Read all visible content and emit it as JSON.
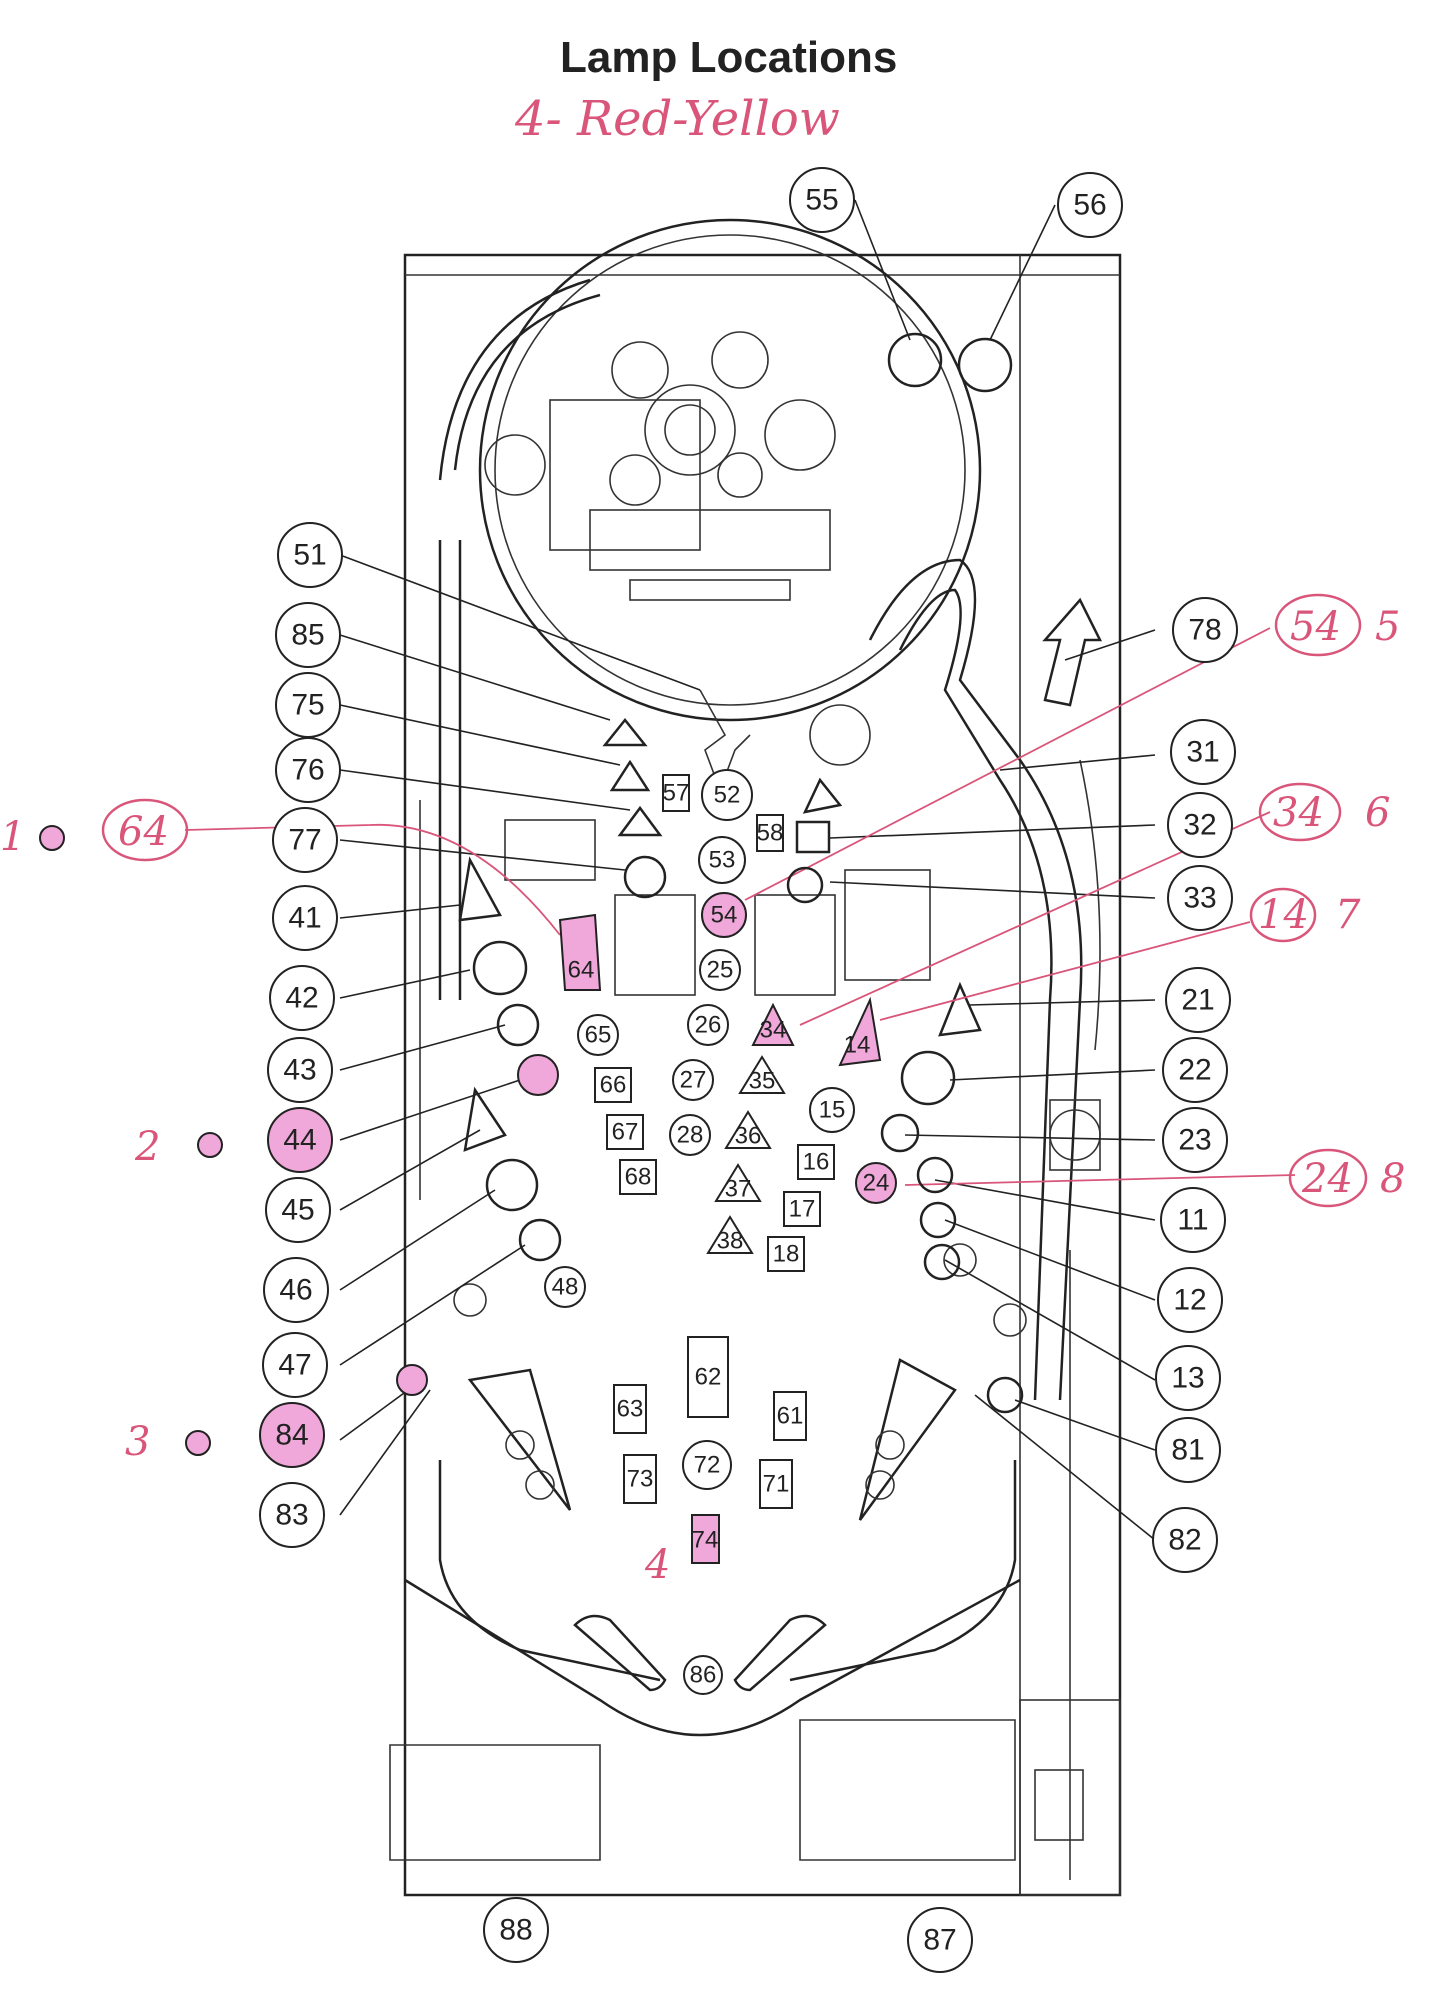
{
  "title": "Lamp Locations",
  "handwritten_note": "4- Red-Yellow",
  "colors": {
    "ink": "#222222",
    "highlight_pink": "#f0a8da",
    "pen_pink": "#d9557a",
    "paper": "#ffffff"
  },
  "callouts_left": [
    "51",
    "85",
    "75",
    "76",
    "77",
    "41",
    "42",
    "43",
    "44",
    "45",
    "46",
    "47",
    "84",
    "83"
  ],
  "callouts_right": [
    "78",
    "31",
    "32",
    "33",
    "21",
    "22",
    "23",
    "11",
    "12",
    "13",
    "81",
    "82"
  ],
  "callouts_top": [
    "55",
    "56"
  ],
  "callouts_bottom": [
    "88",
    "87"
  ],
  "highlighted_callouts": [
    "44",
    "84"
  ],
  "playfield_labels": {
    "circles": [
      "52",
      "53",
      "25",
      "26",
      "27",
      "28",
      "65",
      "15",
      "48",
      "72",
      "86"
    ],
    "squares": [
      "57",
      "58",
      "66",
      "67",
      "68",
      "16",
      "17",
      "18",
      "62",
      "63",
      "73",
      "61",
      "71"
    ],
    "triangles": [
      "35",
      "36",
      "37",
      "38"
    ],
    "highlighted": [
      "54",
      "64",
      "34",
      "14",
      "24",
      "74"
    ]
  },
  "handwritten_marks": {
    "m64": "64",
    "m64_prefix": "1",
    "m54": "54",
    "m54_suffix": "5",
    "m34": "34",
    "m34_suffix": "6",
    "m14": "14",
    "m14_suffix": "7",
    "m24": "24",
    "m24_suffix": "8",
    "m44_prefix": "2",
    "m84_prefix": "3",
    "m74_prefix": "4"
  }
}
